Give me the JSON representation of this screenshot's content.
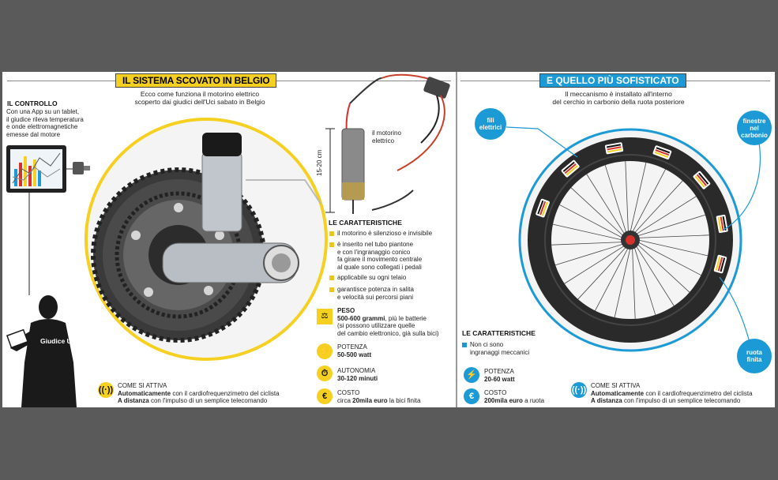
{
  "left": {
    "title": "IL SISTEMA SCOVATO IN BELGIO",
    "subtitle_line1": "Ecco come funziona il motorino elettrico",
    "subtitle_line2": "scoperto dai giudici dell'Uci sabato in Belgio",
    "controllo": {
      "heading": "IL CONTROLLO",
      "lines": [
        "Con una App su un tablet,",
        "il giudice rileva temperatura",
        "e onde elettromagnetiche",
        "emesse dal motore"
      ]
    },
    "giudice_label": "Giudice Uci",
    "motor_label_line1": "il motorino",
    "motor_label_line2": "elettrico",
    "dimension_label": "15-20 cm",
    "features_heading": "LE CARATTERISTICHE",
    "features": [
      {
        "lines": [
          "il motorino è silenzioso e invisibile"
        ]
      },
      {
        "lines": [
          "è inserito nel tubo piantone",
          "e con l'ingranaggio conico",
          "fa girare il movimento centrale",
          "al quale sono collegati i pedali"
        ]
      },
      {
        "lines": [
          "applicabile su ogni telaio"
        ]
      },
      {
        "lines": [
          "garantisce potenza in salita",
          "e velocità sui percorsi piani"
        ]
      }
    ],
    "peso": {
      "label": "PESO",
      "value": "500-600 grammi",
      "rest": ", più le batterie",
      "note1": "(si possono utilizzare quelle",
      "note2": "del cambio elettronico, già sulla bici)"
    },
    "potenza": {
      "label": "POTENZA",
      "value": "50-500 watt"
    },
    "autonomia": {
      "label": "AUTONOMIA",
      "value": "30-120 minuti"
    },
    "costo": {
      "label": "COSTO",
      "prefix": "circa ",
      "value": "20mila euro",
      "rest": " la bici finita"
    },
    "attiva": {
      "label": "COME SI ATTIVA",
      "a_bold": "Automaticamente",
      "a_rest": " con il cardiofrequenzimetro del ciclista",
      "b_bold": "A distanza",
      "b_rest": " con l'impulso di un semplice telecomando"
    }
  },
  "right": {
    "title": "E QUELLO PIÙ SOFISTICATO",
    "subtitle_line1": "Il meccanismo è installato all'interno",
    "subtitle_line2": "del cerchio in carbonio della ruota posteriore",
    "bubble_fili": [
      "fili",
      "elettrici"
    ],
    "bubble_finestre": [
      "finestre",
      "nel",
      "carbonio"
    ],
    "bubble_ruota": [
      "ruota",
      "finita"
    ],
    "features_heading": "LE CARATTERISTICHE",
    "features": [
      {
        "lines": [
          "Non ci sono",
          "ingranaggi meccanici"
        ]
      }
    ],
    "potenza": {
      "label": "POTENZA",
      "value": "20-60 watt"
    },
    "costo": {
      "label": "COSTO",
      "value": "200mila euro",
      "rest": " a ruota"
    },
    "attiva": {
      "label": "COME SI ATTIVA",
      "a_bold": "Automaticamente",
      "a_rest": " con il cardiofrequenzimetro del ciclista",
      "b_bold": "A distanza",
      "b_rest": " con l'impulso di un semplice telecomando"
    }
  },
  "colors": {
    "yellow": "#f5d020",
    "blue": "#1c9ad6",
    "red": "#d8302a"
  }
}
